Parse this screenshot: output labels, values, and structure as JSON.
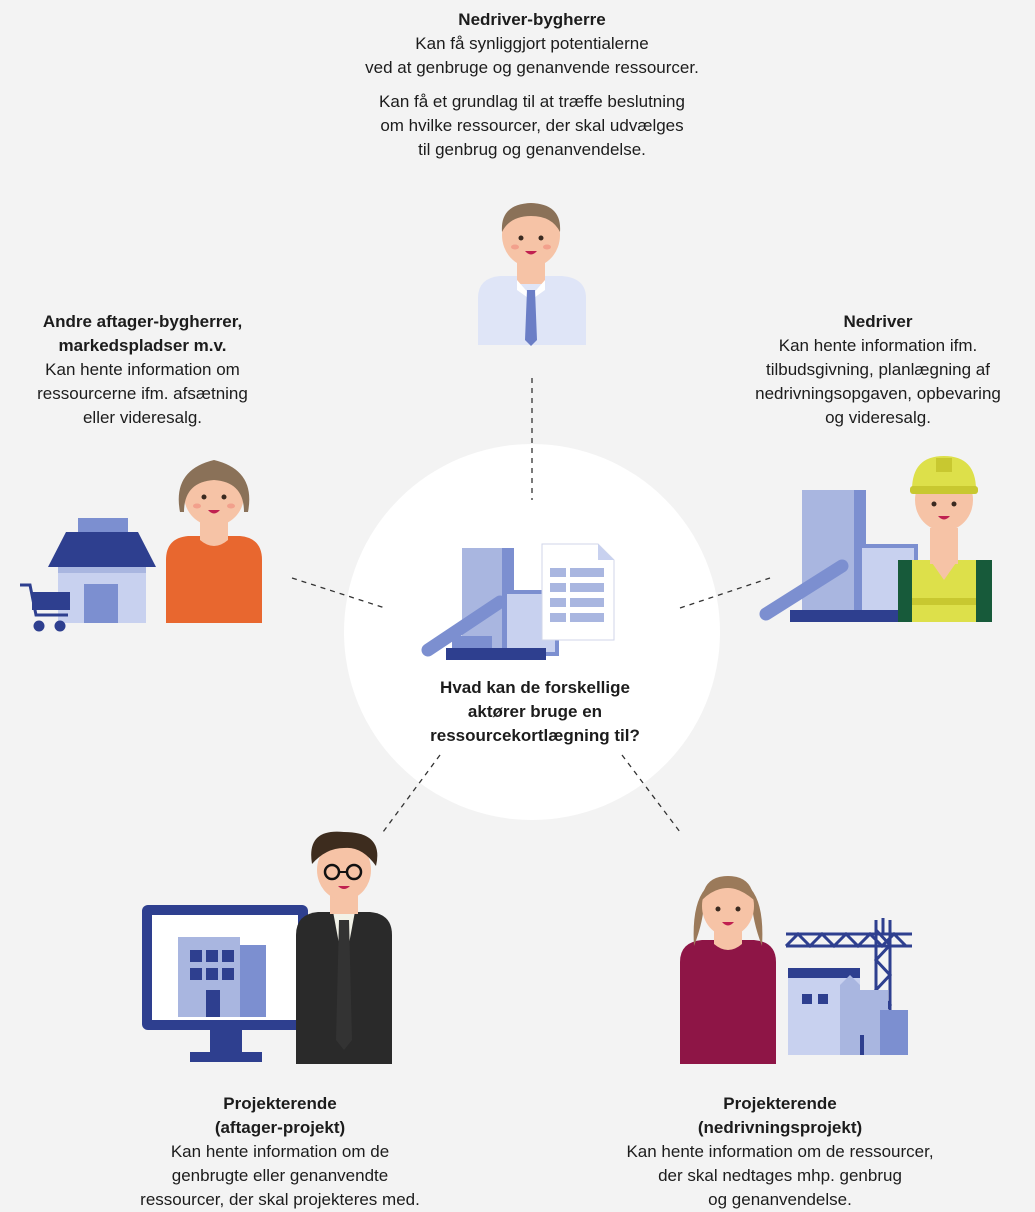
{
  "top": {
    "title": "Nedriver-bygherre",
    "line1": "Kan få synliggjort potentialerne",
    "line2": "ved at genbruge og genanvende ressourcer.",
    "line3": "Kan få et grundlag til at træffe beslutning",
    "line4": "om hvilke ressourcer, der skal udvælges",
    "line5": "til genbrug og genanvendelse."
  },
  "left": {
    "title1": "Andre aftager-bygherrer,",
    "title2": "markedspladser m.v.",
    "line1": "Kan hente information om",
    "line2": "ressourcerne ifm. afsætning",
    "line3": "eller videresalg."
  },
  "right": {
    "title": "Nedriver",
    "line1": "Kan hente information ifm.",
    "line2": "tilbudsgivning, planlægning af",
    "line3": "nedrivningsopgaven, opbevaring",
    "line4": "og videresalg."
  },
  "center": {
    "line1": "Hvad kan de forskellige",
    "line2": "aktører bruge en",
    "line3": "ressourcekortlægning til?"
  },
  "bottom_left": {
    "title1": "Projekterende",
    "title2": "(aftager-projekt)",
    "line1": "Kan hente information om de",
    "line2": "genbrugte eller genanvendte",
    "line3": "ressourcer, der skal projekteres med."
  },
  "bottom_right": {
    "title1": "Projekterende",
    "title2": "(nedrivningsprojekt)",
    "line1": "Kan hente information om de ressourcer,",
    "line2": "der skal nedtages mhp. genbrug",
    "line3": "og genanvendelse."
  },
  "colors": {
    "navy": "#2e3f8f",
    "lightblue": "#a9b6e0",
    "midblue": "#7c8fd0",
    "skin": "#f6c3a6",
    "orange": "#e8672f",
    "maroon": "#8e1546",
    "yellow": "#dde04a",
    "green": "#175a3a"
  }
}
